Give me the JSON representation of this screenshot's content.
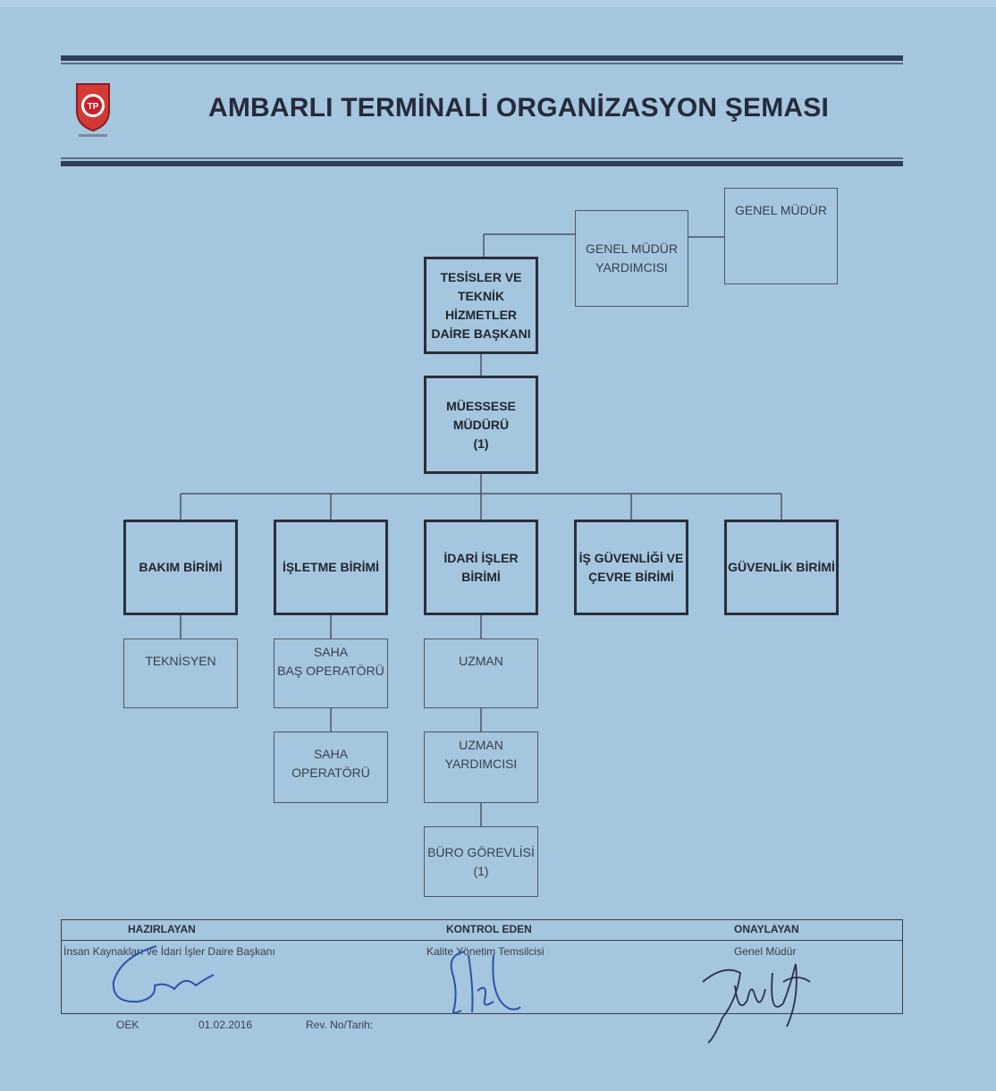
{
  "header": {
    "title": "AMBARLI TERMİNALİ ORGANİZASYON ŞEMASI",
    "logo_text": "TP"
  },
  "chart": {
    "genel_mudur": "GENEL MÜDÜR",
    "genel_mudur_yardimcisi": "GENEL MÜDÜR\nYARDIMCISI",
    "daire_baskani": "TESİSLER VE\nTEKNİK HİZMETLER\nDAİRE BAŞKANI",
    "muessese_muduru": "MÜESSESE MÜDÜRÜ\n(1)",
    "units": {
      "bakim": "BAKIM BİRİMİ",
      "isletme": "İŞLETME BİRİMİ",
      "idari": "İDARİ İŞLER BİRİMİ",
      "is_guvenligi": "İŞ GÜVENLİĞİ VE\nÇEVRE BİRİMİ",
      "guvenlik": "GÜVENLİK BİRİMİ"
    },
    "staff": {
      "teknisyen": "TEKNİSYEN",
      "saha_bas_operatoru": "SAHA\nBAŞ OPERATÖRÜ",
      "saha_operatoru": "SAHA OPERATÖRÜ",
      "uzman": "UZMAN",
      "uzman_yardimcisi": "UZMAN\nYARDIMCISI",
      "buro_gorevlisi": "BÜRO GÖREVLİSİ\n(1)"
    }
  },
  "signature_table": {
    "prepared_head": "HAZIRLAYAN",
    "prepared_role": "İnsan Kaynakları ve İdari İşler Daire Başkanı",
    "checked_head": "KONTROL EDEN",
    "checked_role": "Kalite Yönetim Temsilcisi",
    "approved_head": "ONAYLAYAN",
    "approved_role": "Genel Müdür"
  },
  "footer": {
    "code": "OEK",
    "date": "01.02.2016",
    "revision": "Rev. No/Tarih:"
  },
  "colors": {
    "background": "#a4c6de",
    "rule": "#2f3d5e",
    "logo_red": "#c8202a"
  }
}
